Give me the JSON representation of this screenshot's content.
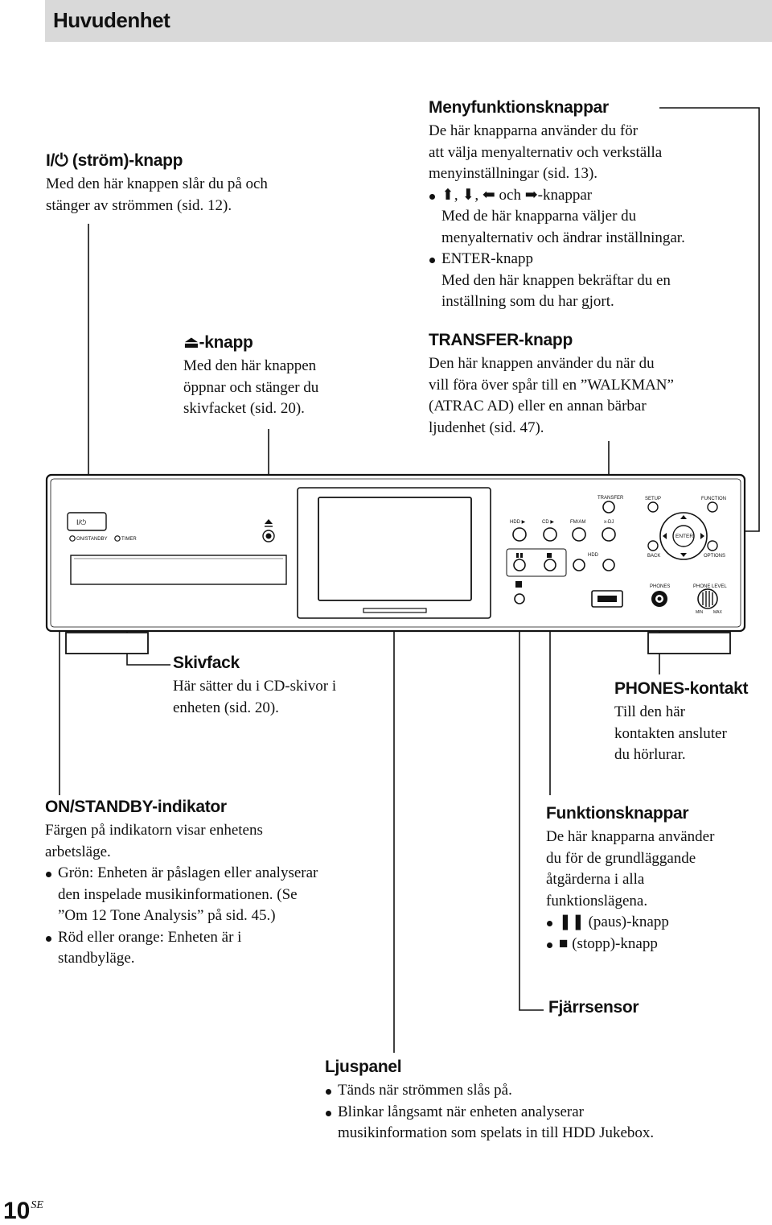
{
  "header": {
    "title": "Huvudenhet"
  },
  "power": {
    "title": "I/⏻ (ström)-knapp",
    "lines": [
      "Med den här knappen slår du på och",
      "stänger av strömmen (sid. 12)."
    ]
  },
  "eject": {
    "title": "⏏-knapp",
    "lines": [
      "Med den här knappen",
      "öppnar och stänger du",
      "skivfacket (sid. 20)."
    ]
  },
  "menu": {
    "title": "Menyfunktionsknappar",
    "lines": [
      "De här knapparna använder du för",
      "att välja menyalternativ och verkställa",
      "menyinställningar (sid. 13)."
    ],
    "bullet1_head": "⬆, ⬇, ⬅ och ➡-knappar",
    "bullet1_lines": [
      "Med de här knapparna väljer du",
      "menyalternativ och ändrar inställningar."
    ],
    "bullet2_head": "ENTER-knapp",
    "bullet2_lines": [
      "Med den här knappen bekräftar du en",
      "inställning som du har gjort."
    ]
  },
  "transfer": {
    "title": "TRANSFER-knapp",
    "lines": [
      "Den här knappen använder du när du",
      "vill föra över spår till en ”WALKMAN”",
      "(ATRAC AD) eller en annan bärbar",
      "ljudenhet (sid. 47)."
    ]
  },
  "device": {
    "onstandby": "ON/STANDBY",
    "timer": "TIMER",
    "power_symbol": "I/⏻",
    "hdd": "HDD ▶",
    "cd": "CD ▶",
    "fmam": "FM/AM",
    "xdj": "x-DJ",
    "transfer": "TRANSFER",
    "setup": "SETUP",
    "function": "FUNCTION",
    "enter": "ENTER",
    "back": "BACK",
    "options": "OPTIONS",
    "hdd_mid": "HDD",
    "phones": "PHONES",
    "phone_level": "PHONE LEVEL",
    "min": "MIN",
    "max": "MAX"
  },
  "skivfack": {
    "title": "Skivfack",
    "lines": [
      "Här sätter du i CD-skivor i",
      "enheten (sid. 20)."
    ]
  },
  "phones": {
    "title": "PHONES-kontakt",
    "lines": [
      "Till den här",
      "kontakten ansluter",
      "du hörlurar."
    ]
  },
  "onstandby": {
    "title": "ON/STANDBY-indikator",
    "lines": [
      "Färgen på indikatorn visar enhetens",
      "arbetsläge."
    ],
    "bullet1": [
      "Grön: Enheten är påslagen eller analyserar",
      "den inspelade musikinformationen. (Se",
      "”Om 12 Tone Analysis” på sid. 45.)"
    ],
    "bullet2": [
      "Röd eller orange: Enheten är i",
      "standbyläge."
    ]
  },
  "funktion": {
    "title": "Funktionsknappar",
    "lines": [
      "De här knapparna använder",
      "du för de grundläggande",
      "åtgärderna i alla",
      "funktionslägena."
    ],
    "bullet1": "❚❚ (paus)-knapp",
    "bullet2": "■ (stopp)-knapp"
  },
  "fjarr": {
    "title": "Fjärrsensor"
  },
  "ljuspanel": {
    "title": "Ljuspanel",
    "bullet1": "Tänds när strömmen slås på.",
    "bullet2_lines": [
      "Blinkar långsamt när enheten analyserar",
      "musikinformation som spelats in till HDD Jukebox."
    ]
  },
  "page": {
    "number": "10",
    "suffix": "SE"
  }
}
